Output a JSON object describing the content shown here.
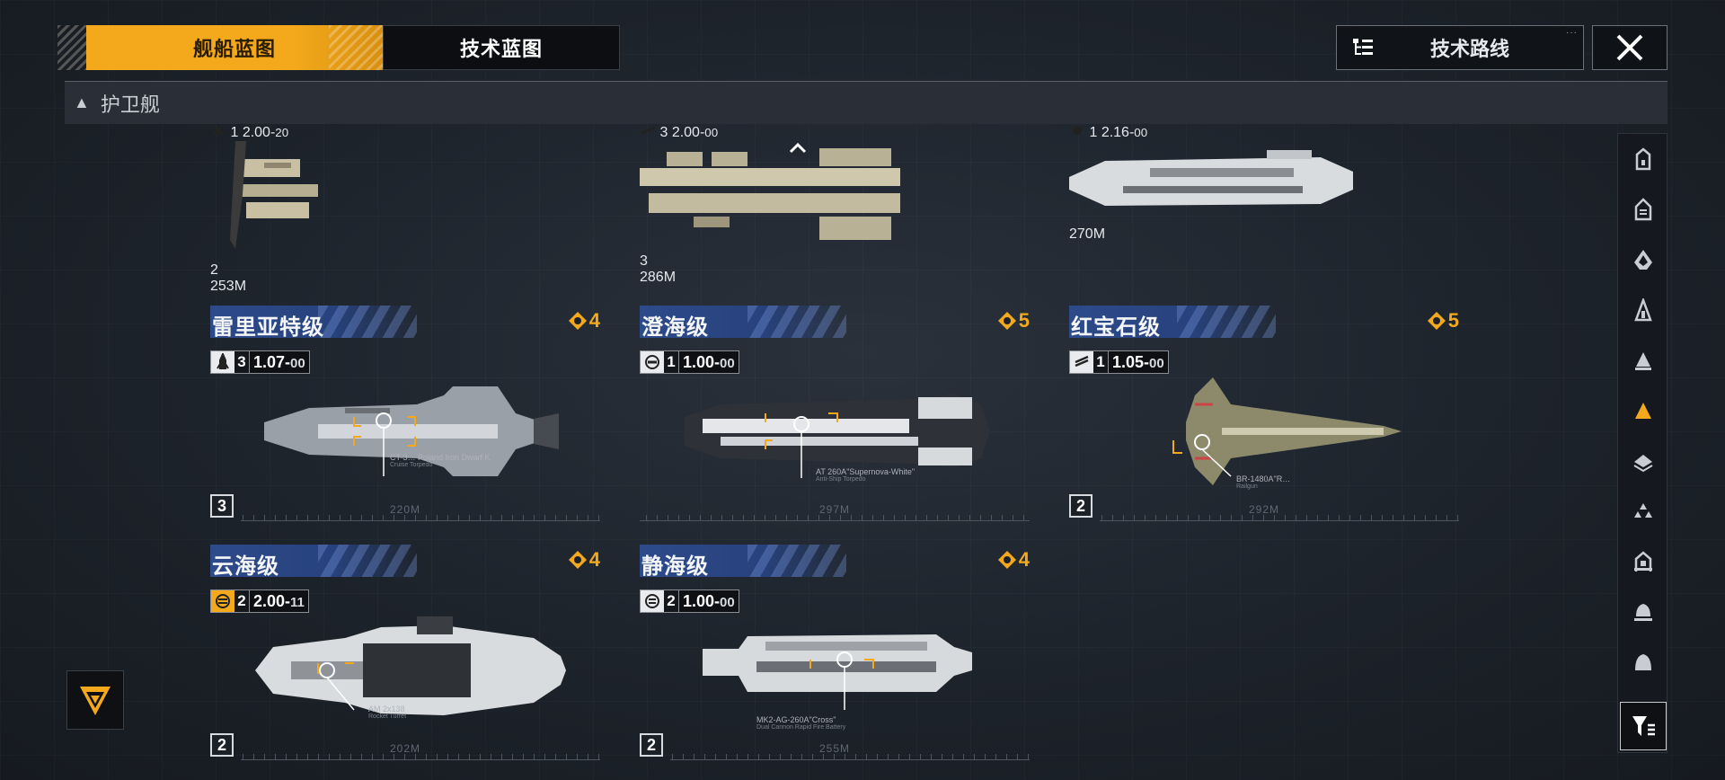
{
  "tabs": [
    {
      "label": "舰船蓝图",
      "active": true
    },
    {
      "label": "技术蓝图",
      "active": false
    }
  ],
  "route_button": {
    "label": "技术路线",
    "dots": "···"
  },
  "category": {
    "label": "护卫舰",
    "arrow": "▲"
  },
  "colors": {
    "accent": "#f3a91b",
    "band": "#2d4a8a",
    "bg": "#1c2129"
  },
  "top_row": [
    {
      "tier": "1",
      "value": "2.00",
      "suffix": "20",
      "level": "2",
      "length": "253M"
    },
    {
      "tier": "3",
      "value": "2.00",
      "suffix": "00",
      "level": "3",
      "length": "286M"
    },
    {
      "tier": "1",
      "value": "2.16",
      "suffix": "00",
      "level": "",
      "length": "270M"
    }
  ],
  "ships": [
    {
      "name": "雷里亚特级",
      "rank": "4",
      "tier": "3",
      "value": "1.07",
      "suffix": "00",
      "level": "3",
      "length": "220M",
      "callout": "CT-3… Poland Iron Dwarf K",
      "callout_sub": "Cruise Torpedo"
    },
    {
      "name": "澄海级",
      "rank": "5",
      "tier": "1",
      "value": "1.00",
      "suffix": "00",
      "level": "",
      "length": "297M",
      "callout": "AT 260A\"Supernova-White\"",
      "callout_sub": "Anti-Ship Torpedo"
    },
    {
      "name": "红宝石级",
      "rank": "5",
      "tier": "1",
      "value": "1.05",
      "suffix": "00",
      "level": "2",
      "length": "292M",
      "callout": "BR-1480A\"R…",
      "callout_sub": "Railgun"
    },
    {
      "name": "云海级",
      "rank": "4",
      "tier": "2",
      "value": "2.00",
      "suffix": "11",
      "level": "2",
      "length": "202M",
      "callout": "AM 2x138",
      "callout_sub": "Rocket Turret"
    },
    {
      "name": "静海级",
      "rank": "4",
      "tier": "2",
      "value": "1.00",
      "suffix": "00",
      "level": "2",
      "length": "255M",
      "callout": "MK2-AG-260A\"Cross\"",
      "callout_sub": "Dual Cannon Rapid Fire Battery"
    }
  ]
}
